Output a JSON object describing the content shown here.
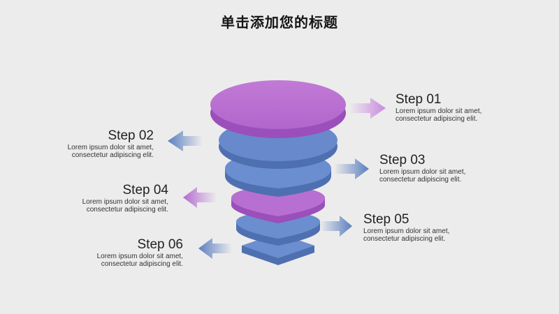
{
  "title": "单击添加您的标题",
  "colors": {
    "background": "#ececec",
    "purple": "#b86fd2",
    "blue": "#5b7fc0"
  },
  "steps": [
    {
      "label": "Step 01",
      "line1": "Lorem ipsum dolor sit amet,",
      "line2": "consectetur adipiscing elit."
    },
    {
      "label": "Step 02",
      "line1": "Lorem ipsum dolor sit amet,",
      "line2": "consectetur adipiscing elit."
    },
    {
      "label": "Step 03",
      "line1": "Lorem ipsum dolor sit amet,",
      "line2": "consectetur adipiscing elit."
    },
    {
      "label": "Step 04",
      "line1": "Lorem ipsum dolor sit amet,",
      "line2": "consectetur adipiscing elit."
    },
    {
      "label": "Step 05",
      "line1": "Lorem ipsum dolor sit amet,",
      "line2": "consectetur adipiscing elit."
    },
    {
      "label": "Step 06",
      "line1": "Lorem ipsum dolor sit amet,",
      "line2": "consectetur adipiscing elit."
    }
  ]
}
